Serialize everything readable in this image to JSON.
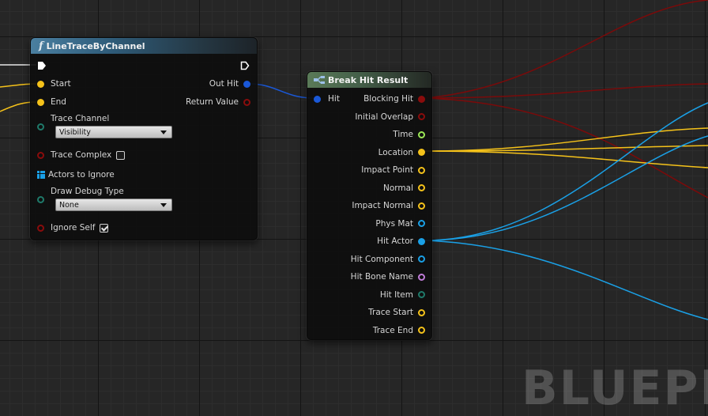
{
  "watermark": "BLUEPRIN",
  "colors": {
    "exec": "#ffffff",
    "vector": "#f5c21a",
    "object": "#1aa0e6",
    "bool": "#8a0c0c",
    "struct": "#1a58d8",
    "byte": "#1f7a6a",
    "name": "#c07cd8",
    "float": "#9ce856",
    "structure": "#1aa0e6"
  },
  "line_trace_node": {
    "title": "LineTraceByChannel",
    "icon": "function-icon",
    "start_label": "Start",
    "end_label": "End",
    "out_hit_label": "Out Hit",
    "return_value_label": "Return Value",
    "trace_channel_label": "Trace Channel",
    "trace_channel_value": "Visibility",
    "trace_complex_label": "Trace Complex",
    "trace_complex_checked": false,
    "actors_to_ignore_label": "Actors to Ignore",
    "draw_debug_type_label": "Draw Debug Type",
    "draw_debug_type_value": "None",
    "ignore_self_label": "Ignore Self",
    "ignore_self_checked": true
  },
  "break_hit_node": {
    "title": "Break Hit Result",
    "icon": "struct-icon",
    "hit_label": "Hit",
    "outputs": [
      {
        "label": "Blocking Hit",
        "type": "bool",
        "connected": true
      },
      {
        "label": "Initial Overlap",
        "type": "bool",
        "connected": false
      },
      {
        "label": "Time",
        "type": "float",
        "connected": false
      },
      {
        "label": "Location",
        "type": "vector",
        "connected": true
      },
      {
        "label": "Impact Point",
        "type": "vector",
        "connected": false
      },
      {
        "label": "Normal",
        "type": "vector",
        "connected": false
      },
      {
        "label": "Impact Normal",
        "type": "vector",
        "connected": false
      },
      {
        "label": "Phys Mat",
        "type": "object",
        "connected": false
      },
      {
        "label": "Hit Actor",
        "type": "object",
        "connected": true
      },
      {
        "label": "Hit Component",
        "type": "object",
        "connected": false
      },
      {
        "label": "Hit Bone Name",
        "type": "name",
        "connected": false
      },
      {
        "label": "Hit Item",
        "type": "byte",
        "connected": false
      },
      {
        "label": "Trace Start",
        "type": "vector",
        "connected": false
      },
      {
        "label": "Trace End",
        "type": "vector",
        "connected": false
      }
    ]
  }
}
